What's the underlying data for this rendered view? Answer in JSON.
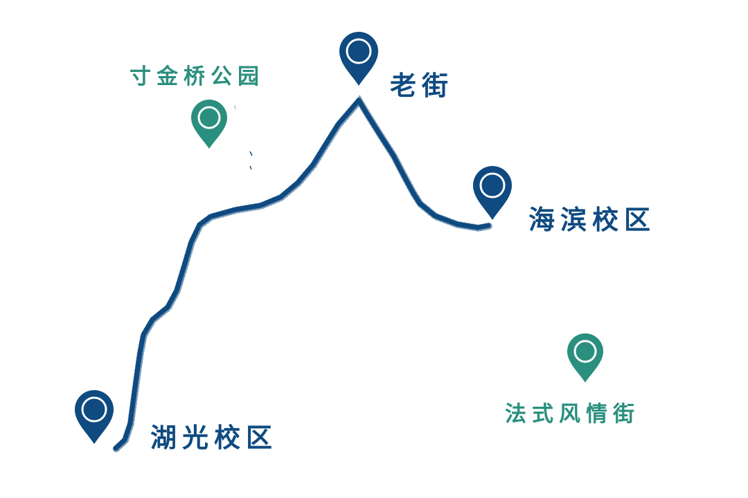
{
  "colors": {
    "primary": "#0f4a80",
    "secondary": "#2a8f7e",
    "route": "#0f4a80",
    "background": "#ffffff"
  },
  "locations": [
    {
      "id": "lunguang",
      "name": "湖光校区",
      "kind": "primary",
      "icon": "map-pin-icon"
    },
    {
      "id": "laojie",
      "name": "老街",
      "kind": "primary",
      "icon": "map-pin-icon"
    },
    {
      "id": "haibin",
      "name": "海滨校区",
      "kind": "primary",
      "icon": "map-pin-icon"
    },
    {
      "id": "cunjinqiao",
      "name": "寸金桥公园",
      "kind": "secondary",
      "icon": "map-pin-icon"
    },
    {
      "id": "fashi",
      "name": "法式风情街",
      "kind": "secondary",
      "icon": "map-pin-icon"
    }
  ]
}
